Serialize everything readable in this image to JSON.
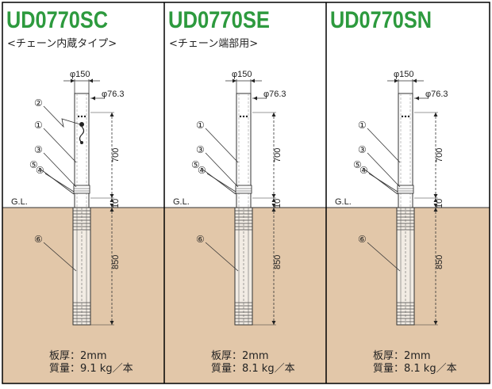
{
  "panels": [
    {
      "model": "UD0770SC",
      "subtitle": "<チェーン内蔵タイプ>",
      "callouts": [
        "②",
        "①",
        "③",
        "⑤",
        "④",
        "⑥"
      ],
      "thickness": "板厚：2mm",
      "weight": "質量：9.1 kg／本"
    },
    {
      "model": "UD0770SE",
      "subtitle": "<チェーン端部用>",
      "callouts": [
        "①",
        "③",
        "⑤",
        "④",
        "⑥"
      ],
      "thickness": "板厚：2mm",
      "weight": "質量：8.1 kg／本"
    },
    {
      "model": "UD0770SN",
      "subtitle": "",
      "callouts": [
        "①",
        "③",
        "⑤",
        "④",
        "⑥"
      ],
      "thickness": "板厚：2mm",
      "weight": "質量：8.1 kg／本"
    }
  ],
  "dimensions": {
    "outer_diameter": "φ150",
    "pipe_diameter": "φ76.3",
    "above_ground": "700",
    "ground_gap": "10",
    "embed_depth": "850",
    "ground_line": "G.L."
  },
  "colors": {
    "model_text": "#2d9a3e",
    "ground": "#e2c7a9",
    "border": "#000000"
  }
}
